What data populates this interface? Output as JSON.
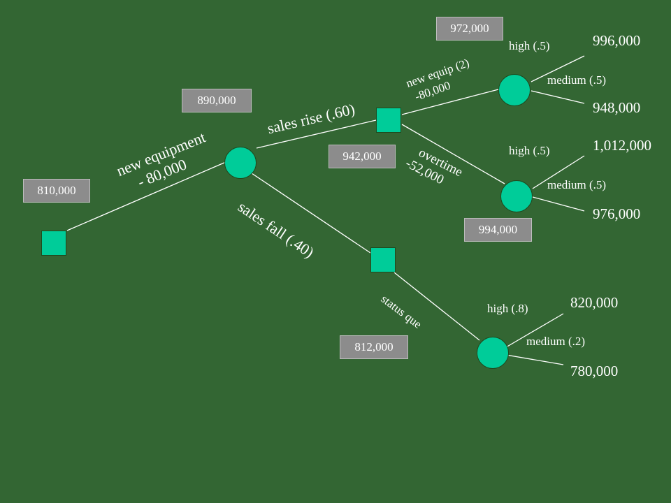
{
  "boxes": {
    "root_value": "810,000",
    "chance1_value": "890,000",
    "rise_decision_value": "942,000",
    "new_equip_chance_value": "972,000",
    "overtime_chance_value": "994,000",
    "fall_chance_value": "812,000"
  },
  "branches": {
    "new_equipment": {
      "line1": "new equipment",
      "line2": "- 80,000"
    },
    "sales_rise": "sales rise (.60)",
    "sales_fall": "sales fall (.40)",
    "new_equip2": {
      "line1": "new equip (2)",
      "line2": "-80,000"
    },
    "overtime": {
      "line1": "overtime",
      "line2": "-52,000"
    },
    "status_quo": "status que"
  },
  "outcomes": {
    "upper": {
      "high_label": "high (.5)",
      "high_payoff": "996,000",
      "medium_label": "medium (.5)",
      "medium_payoff": "948,000"
    },
    "middle": {
      "high_label": "high (.5)",
      "high_payoff": "1,012,000",
      "medium_label": "medium (.5)",
      "medium_payoff": "976,000"
    },
    "lower": {
      "high_label": "high (.8)",
      "high_payoff": "820,000",
      "medium_label": "medium (.2)",
      "medium_payoff": "780,000"
    }
  },
  "colors": {
    "background": "#336633",
    "node_fill": "#00cc99",
    "value_box": "#8c8c8c",
    "line": "#ffffff"
  }
}
